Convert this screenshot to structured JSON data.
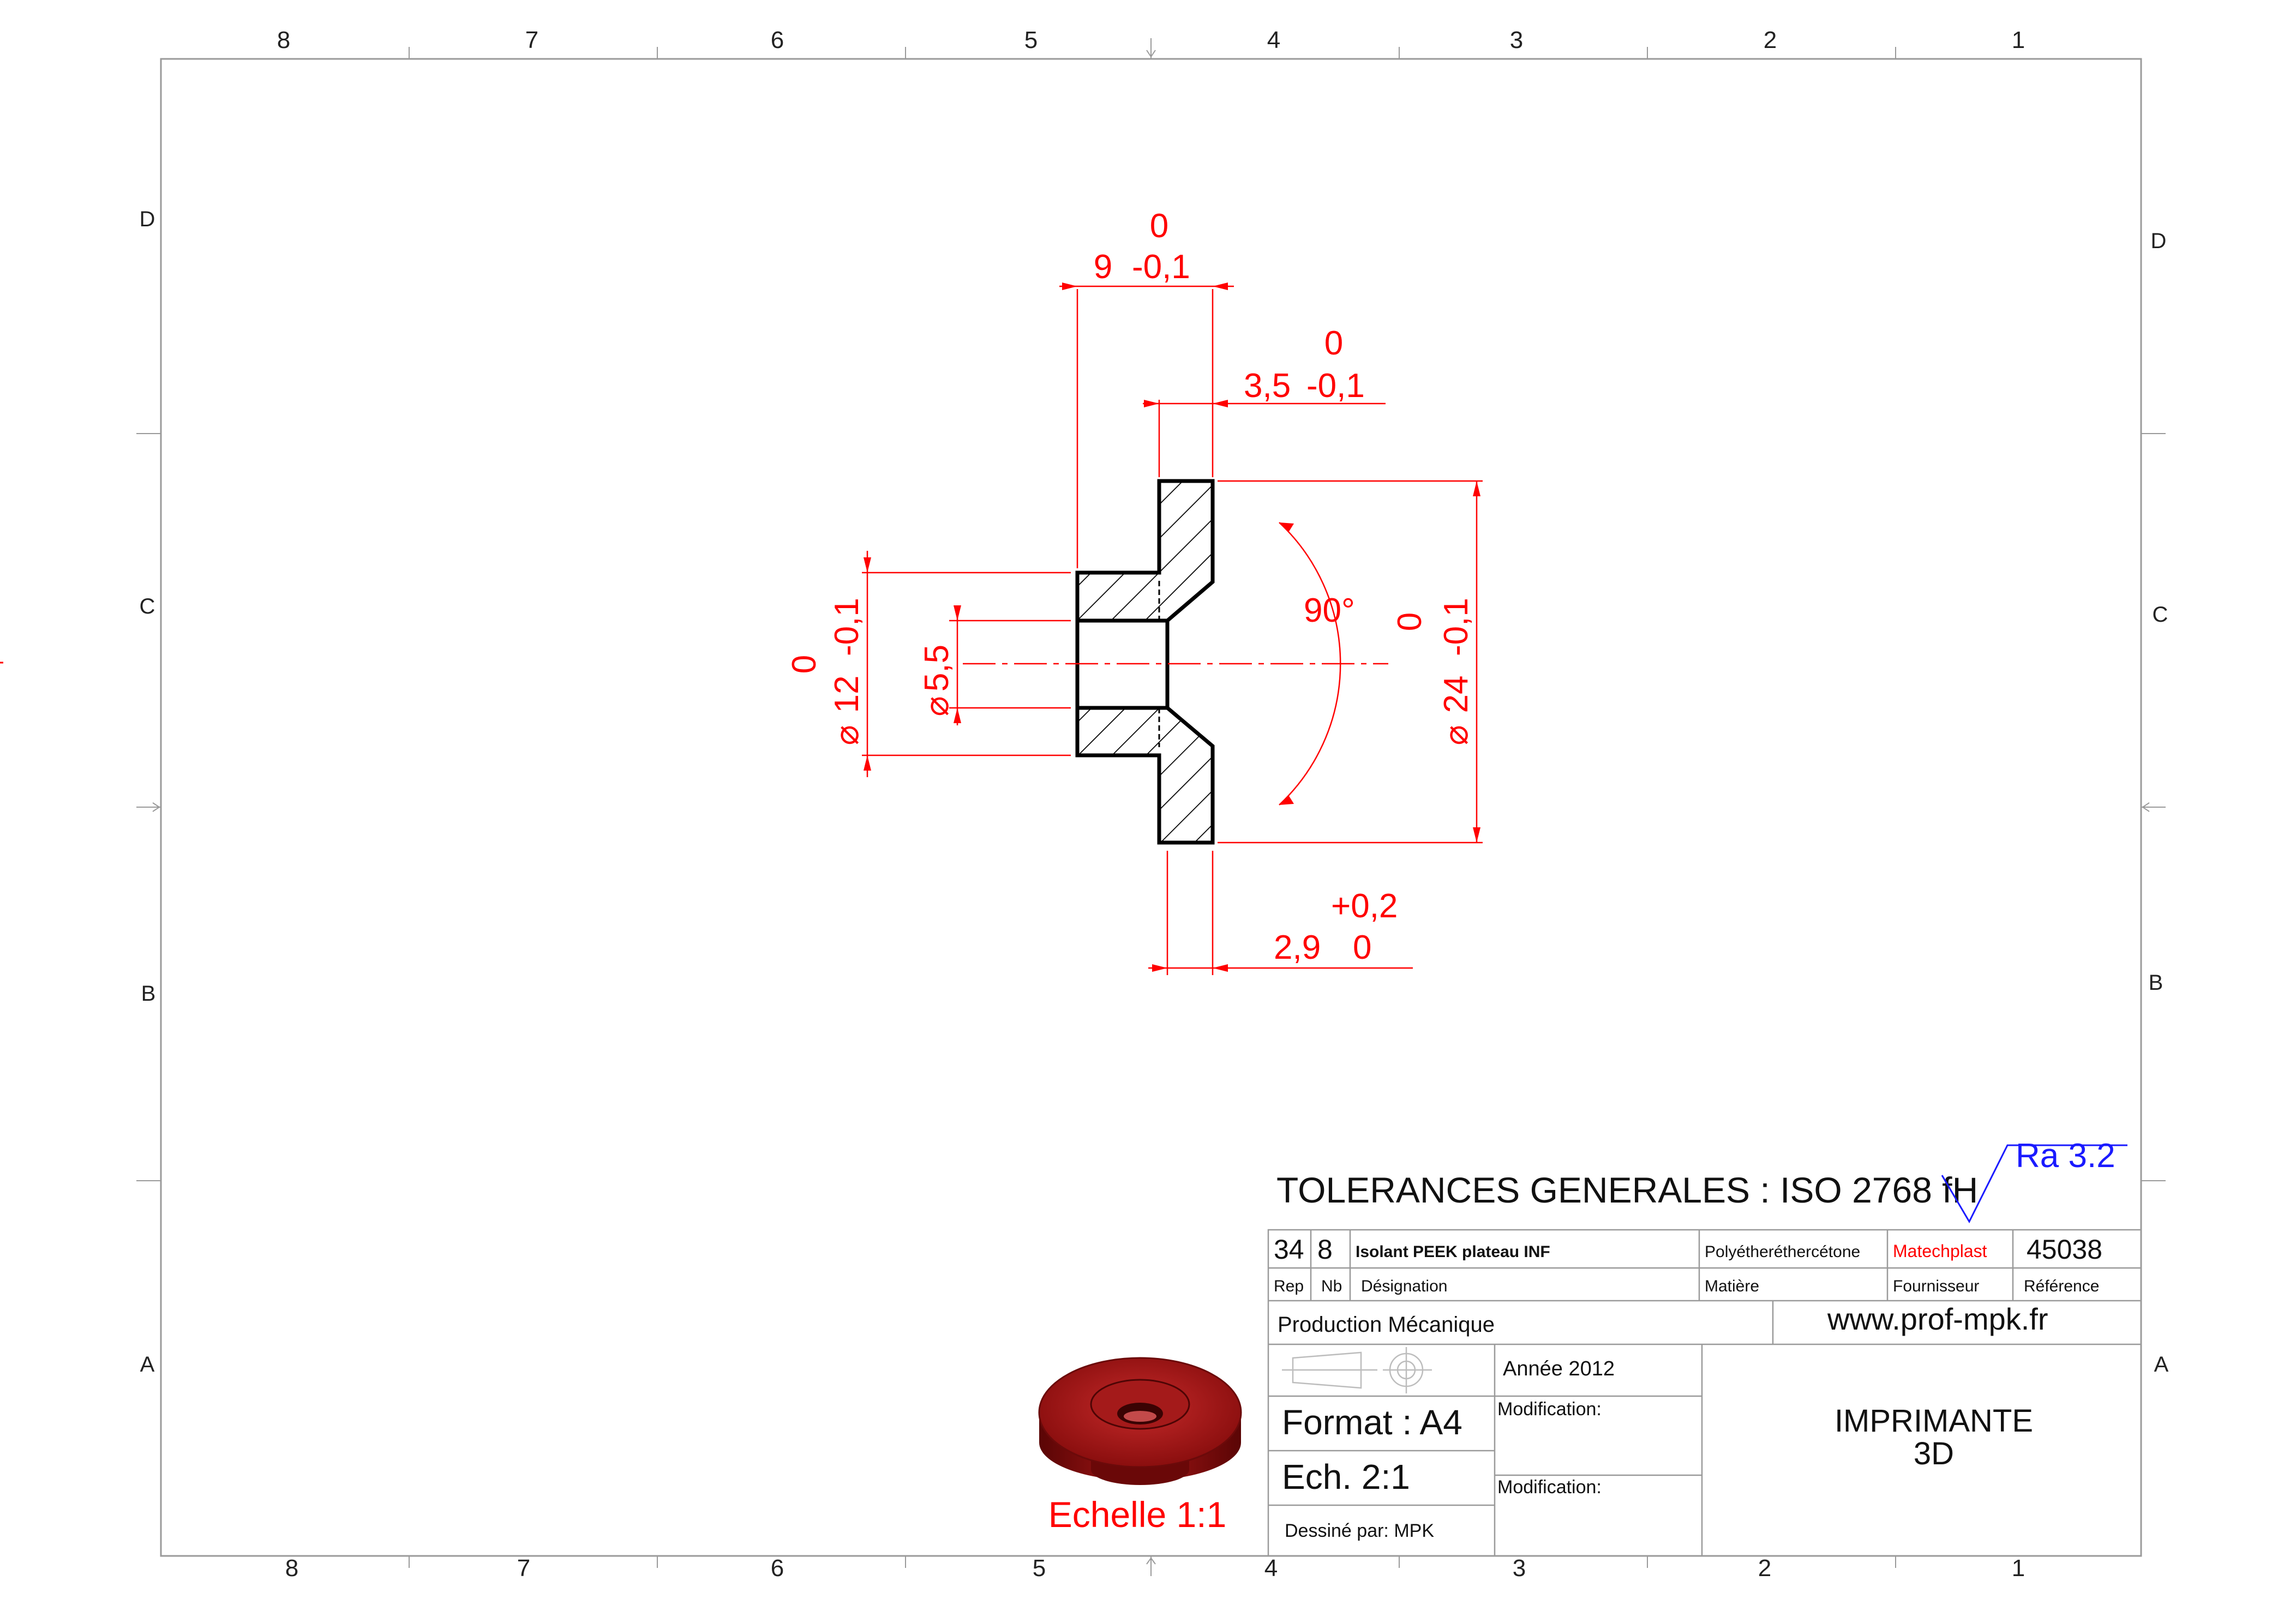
{
  "border": {
    "columns": [
      "8",
      "7",
      "6",
      "5",
      "4",
      "3",
      "2",
      "1"
    ],
    "rows": [
      "D",
      "C",
      "B",
      "A"
    ]
  },
  "dimensions": {
    "overall_length": {
      "nominal": "9",
      "upper": "0",
      "lower": "-0,1"
    },
    "flange_thickness": {
      "nominal": "3,5",
      "upper": "0",
      "lower": "-0,1"
    },
    "hub_diameter": {
      "symbol": "⌀",
      "nominal": "12",
      "upper": "0",
      "lower": "-0,1"
    },
    "bore_diameter": {
      "symbol": "⌀",
      "nominal": "5,5"
    },
    "flange_diameter": {
      "symbol": "⌀",
      "nominal": "24",
      "upper": "0",
      "lower": "-0,1"
    },
    "countersink_angle": "90°",
    "countersink_depth": {
      "nominal": "2,9",
      "upper": "+0,2",
      "lower": "0"
    }
  },
  "preview": {
    "scale_label": "Echelle 1:1"
  },
  "title_block": {
    "general_tolerances": "TOLERANCES GENERALES : ISO 2768 fH",
    "roughness": "Ra 3.2",
    "item": {
      "rep": "34",
      "nb": "8",
      "designation": "Isolant PEEK plateau INF",
      "material": "Polyétheréthercétone",
      "supplier": "Matechplast",
      "reference": "45038"
    },
    "headers": {
      "rep": "Rep",
      "nb": "Nb",
      "designation": "Désignation",
      "material": "Matière",
      "supplier": "Fournisseur",
      "reference": "Référence"
    },
    "department": "Production Mécanique",
    "website": "www.prof-mpk.fr",
    "year": "Année 2012",
    "format": "Format : A4",
    "scale": "Ech. 2:1",
    "modification_1": "Modification:",
    "modification_2": "Modification:",
    "drawn_by": "Dessiné par: MPK",
    "title_line_1": "IMPRIMANTE",
    "title_line_2": "3D"
  }
}
